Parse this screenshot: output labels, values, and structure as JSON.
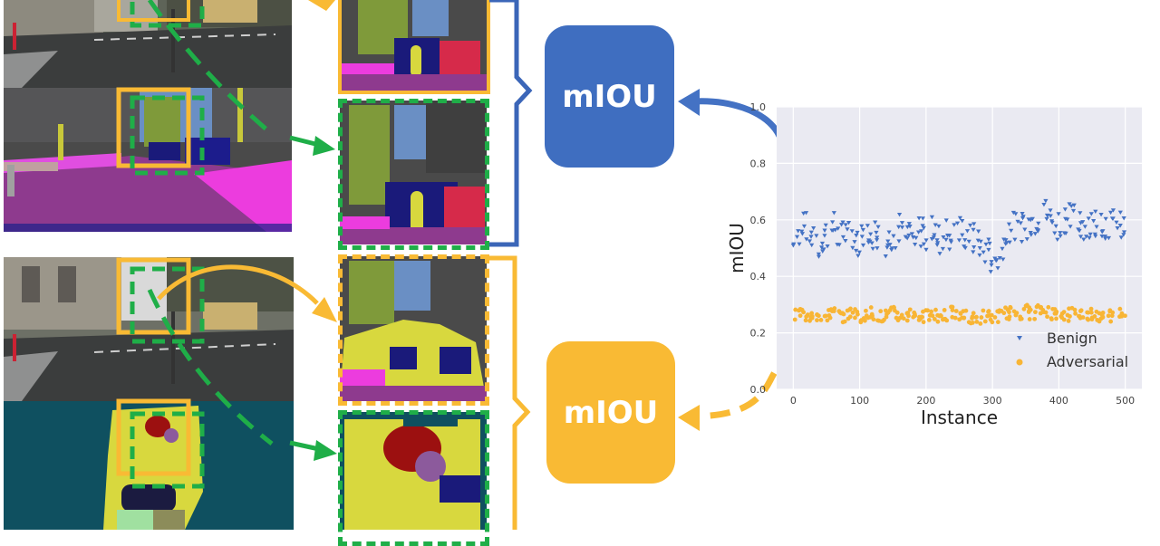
{
  "colors": {
    "benign": "#4472c4",
    "adversarial": "#f8b535",
    "green_dash": "#1fae48",
    "orange_box": "#f9ba34",
    "blue_bracket": "#3b66b8",
    "plot_bg": "#eaeaf2"
  },
  "boxes": {
    "top_label": "mIOU",
    "bottom_label": "mIOU"
  },
  "chart_data": {
    "type": "scatter",
    "title": "",
    "xlabel": "Instance",
    "ylabel": "mIOU",
    "xlim": [
      -25,
      525
    ],
    "ylim": [
      0.0,
      1.0
    ],
    "xticks": [
      "0",
      "100",
      "200",
      "300",
      "400",
      "500"
    ],
    "yticks": [
      "0.0",
      "0.2",
      "0.4",
      "0.6",
      "0.8",
      "1.0"
    ],
    "grid": true,
    "legend_position": "bottom-right",
    "series": [
      {
        "name": "Benign",
        "marker": "triangle-down",
        "points_per_step": 5,
        "x_step": 10,
        "values": [
          0.56,
          0.54,
          0.57,
          0.55,
          0.52,
          0.55,
          0.57,
          0.54,
          0.56,
          0.55,
          0.53,
          0.56,
          0.55,
          0.54,
          0.53,
          0.55,
          0.57,
          0.54,
          0.52,
          0.56,
          0.55,
          0.57,
          0.53,
          0.55,
          0.54,
          0.56,
          0.55,
          0.53,
          0.52,
          0.5,
          0.47,
          0.46,
          0.52,
          0.57,
          0.58,
          0.59,
          0.6,
          0.61,
          0.62,
          0.6,
          0.59,
          0.61,
          0.6,
          0.58,
          0.59,
          0.58,
          0.6,
          0.59,
          0.58,
          0.57,
          0.57
        ]
      },
      {
        "name": "Adversarial",
        "marker": "circle",
        "points_per_step": 5,
        "x_step": 10,
        "values": [
          0.26,
          0.27,
          0.26,
          0.27,
          0.26,
          0.26,
          0.27,
          0.26,
          0.26,
          0.27,
          0.26,
          0.26,
          0.27,
          0.26,
          0.26,
          0.27,
          0.26,
          0.26,
          0.27,
          0.26,
          0.26,
          0.27,
          0.26,
          0.26,
          0.27,
          0.26,
          0.26,
          0.25,
          0.25,
          0.26,
          0.25,
          0.26,
          0.27,
          0.27,
          0.27,
          0.28,
          0.27,
          0.28,
          0.27,
          0.27,
          0.27,
          0.26,
          0.27,
          0.27,
          0.26,
          0.27,
          0.26,
          0.27,
          0.26,
          0.27,
          0.26
        ]
      }
    ]
  }
}
